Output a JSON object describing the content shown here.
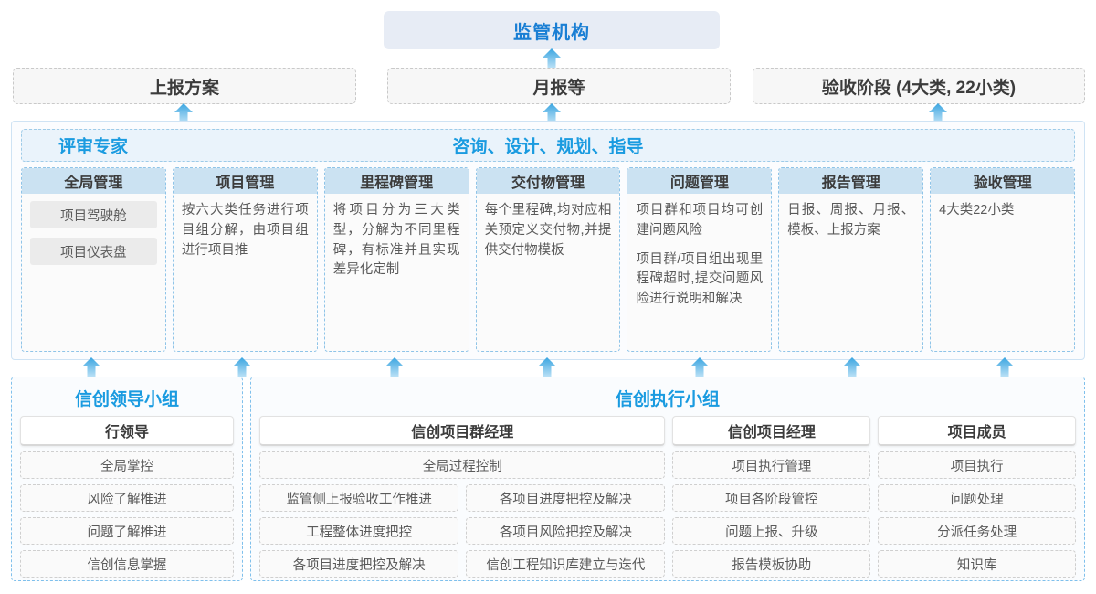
{
  "top": {
    "regulator": "监管机构",
    "reports": [
      "上报方案",
      "月报等",
      "验收阶段 (4大类, 22小类)"
    ]
  },
  "middle": {
    "header_left": "评审专家",
    "header_center": "咨询、设计、规划、指导",
    "columns": [
      {
        "title": "全局管理",
        "pills": [
          "项目驾驶舱",
          "项目仪表盘"
        ],
        "paragraphs": []
      },
      {
        "title": "项目管理",
        "pills": [],
        "paragraphs": [
          "按六大类任务进行项目组分解，由项目组进行项目推"
        ]
      },
      {
        "title": "里程碑管理",
        "pills": [],
        "paragraphs": [
          "将项目分为三大类型，分解为不同里程碑，有标准并且实现差异化定制"
        ]
      },
      {
        "title": "交付物管理",
        "pills": [],
        "paragraphs": [
          "每个里程碑,均对应相关预定义交付物,并提供交付物模板"
        ]
      },
      {
        "title": "问题管理",
        "pills": [],
        "paragraphs": [
          "项目群和项目均可创建问题风险",
          "项目群/项目组出现里程碑超时,提交问题风险进行说明和解决"
        ]
      },
      {
        "title": "报告管理",
        "pills": [],
        "paragraphs": [
          "日报、周报、月报、模板、上报方案"
        ]
      },
      {
        "title": "验收管理",
        "pills": [],
        "paragraphs": [
          "4大类22小类"
        ]
      }
    ]
  },
  "bottom": {
    "leader_group": {
      "title": "信创领导小组",
      "lanes": [
        {
          "head": "行领导",
          "tasks": [
            "全局掌控",
            "风险了解推进",
            "问题了解推进",
            "信创信息掌握"
          ]
        }
      ]
    },
    "exec_group": {
      "title": "信创执行小组",
      "program_manager": {
        "head": "信创项目群经理",
        "full_width_task": "全局过程控制",
        "left_tasks": [
          "监管侧上报验收工作推进",
          "工程整体进度把控",
          "各项目进度把控及解决"
        ],
        "right_tasks": [
          "各项目进度把控及解决",
          "各项目风险把控及解决",
          "信创工程知识库建立与迭代"
        ]
      },
      "lanes": [
        {
          "head": "信创项目经理",
          "tasks": [
            "项目执行管理",
            "项目各阶段管控",
            "问题上报、升级",
            "报告模板协助"
          ]
        },
        {
          "head": "项目成员",
          "tasks": [
            "项目执行",
            "问题处理",
            "分派任务处理",
            "知识库"
          ]
        }
      ]
    }
  },
  "colors": {
    "accent_blue": "#1a9be0",
    "title_blue": "#1a7fd4",
    "header_fill": "#cbe2f2",
    "top_fill": "#e7ecf5",
    "arrow_top": "#3aa5e0",
    "arrow_bottom": "#b9e0f5"
  }
}
